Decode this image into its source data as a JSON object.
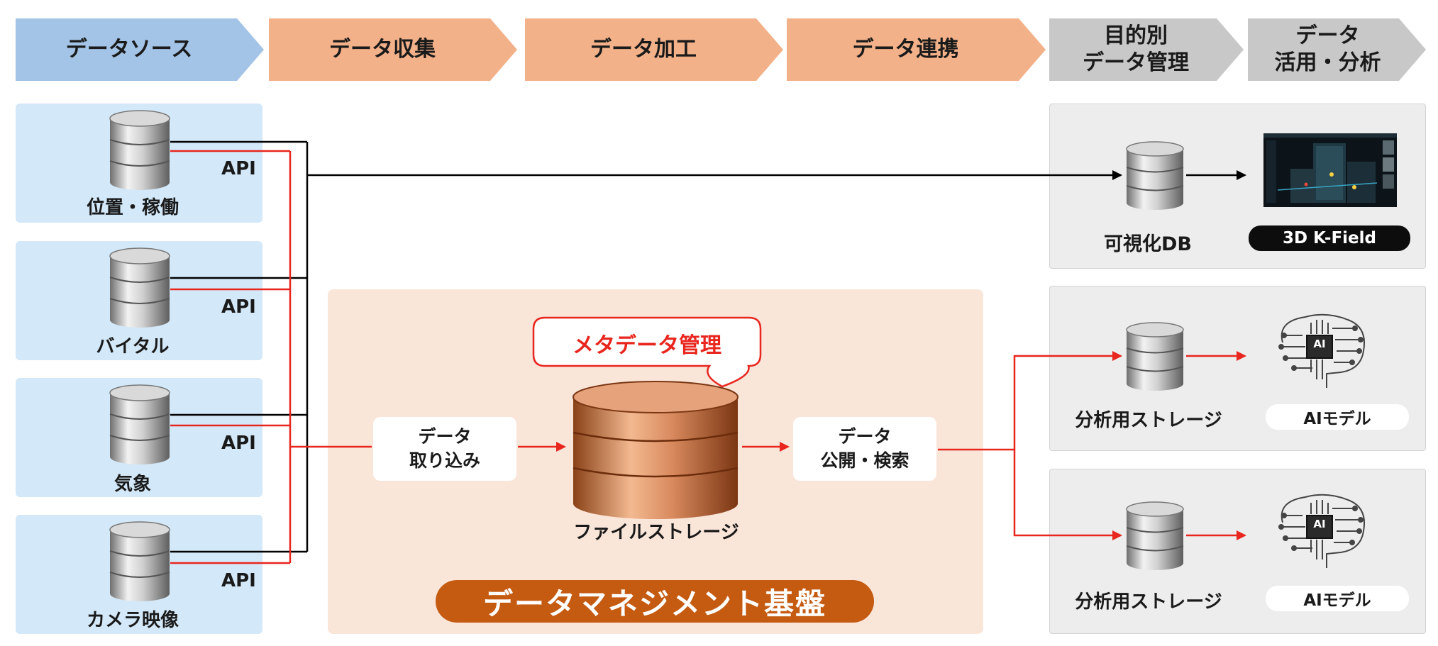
{
  "header": {
    "steps": [
      {
        "label": "データソース"
      },
      {
        "label": "データ収集"
      },
      {
        "label": "データ加工"
      },
      {
        "label": "データ連携"
      },
      {
        "label": "目的別\nデータ管理"
      },
      {
        "label": "データ\n活用・分析"
      }
    ]
  },
  "sources": [
    {
      "label": "位置・稼働",
      "api": "API"
    },
    {
      "label": "バイタル",
      "api": "API"
    },
    {
      "label": "気象",
      "api": "API"
    },
    {
      "label": "カメラ映像",
      "api": "API"
    }
  ],
  "platform": {
    "metadata_label": "メタデータ管理",
    "ingest_label": "データ\n取り込み",
    "storage_label": "ファイルストレージ",
    "publish_label": "データ\n公開・検索",
    "banner": "データマネジメント基盤"
  },
  "outputs": {
    "visual_db_label": "可視化DB",
    "kfield_label": "3D K-Field",
    "analysis": [
      {
        "storage_label": "分析用ストレージ",
        "model_label": "AIモデル"
      },
      {
        "storage_label": "分析用ストレージ",
        "model_label": "AIモデル"
      }
    ],
    "ai_chip_text": "AI"
  },
  "colors": {
    "step_blue": "#a3c4e6",
    "step_orange": "#f2b189",
    "step_gray": "#c8c8c8",
    "source_bg": "#d3e8f8",
    "platform_bg": "#fae5d9",
    "banner": "#c55a11",
    "red_line": "#e8261e",
    "black_line": "#000000"
  }
}
